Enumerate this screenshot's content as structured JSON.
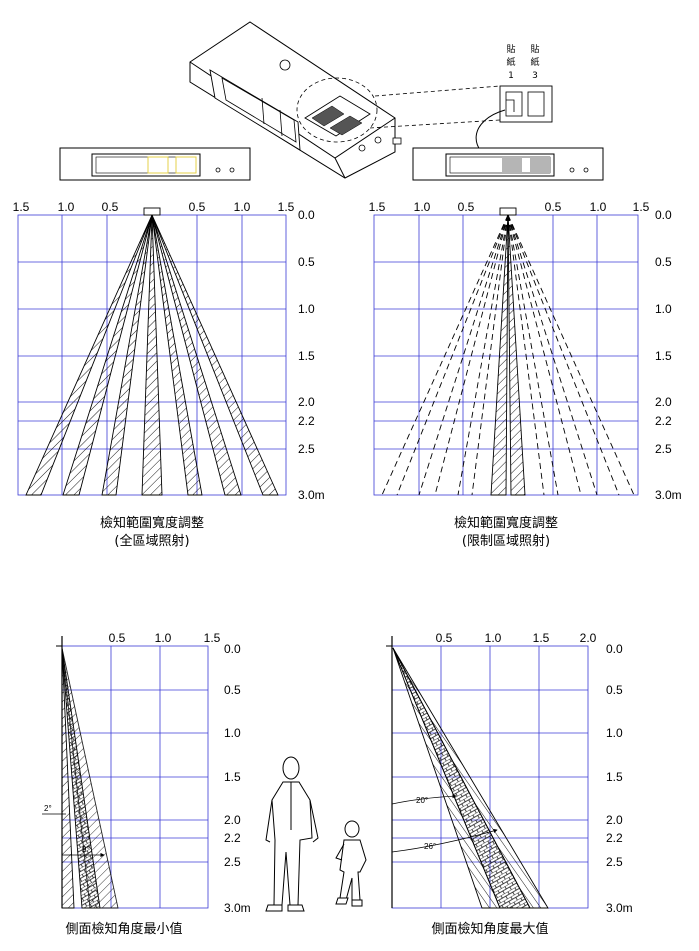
{
  "colors": {
    "grid": "#3b3bd6",
    "ink": "#000000",
    "highlight": "#e6d24a",
    "sticker_fill": "#b5b5b5"
  },
  "top_panels": [
    {
      "top_labels": [
        "1.5",
        "1.0",
        "0.5",
        "0.5",
        "1.0",
        "1.5"
      ],
      "depth_labels": [
        "0.0",
        "0.5",
        "1.0",
        "1.5",
        "2.0",
        "2.2",
        "2.5",
        "3.0m"
      ],
      "caption_line1": "檢知範圍寬度調整",
      "caption_line2": "(全區域照射)"
    },
    {
      "top_labels": [
        "1.5",
        "1.0",
        "0.5",
        "0.5",
        "1.0",
        "1.5"
      ],
      "depth_labels": [
        "0.0",
        "0.5",
        "1.0",
        "1.5",
        "2.0",
        "2.2",
        "2.5",
        "3.0m"
      ],
      "caption_line1": "檢知範圍寬度調整",
      "caption_line2": "(限制區域照射)"
    }
  ],
  "side_panels": [
    {
      "top_labels": [
        "0.5",
        "1.0",
        "1.5"
      ],
      "depth_labels": [
        "0.0",
        "0.5",
        "1.0",
        "1.5",
        "2.0",
        "2.2",
        "2.5",
        "3.0m"
      ],
      "angle_labels": [
        "2°",
        "9°"
      ],
      "caption": "側面檢知角度最小值"
    },
    {
      "top_labels": [
        "0.5",
        "1.0",
        "1.5",
        "2.0"
      ],
      "depth_labels": [
        "0.0",
        "0.5",
        "1.0",
        "1.5",
        "2.0",
        "2.2",
        "2.5",
        "3.0m"
      ],
      "angle_labels": [
        "20°",
        "26°"
      ],
      "caption": "側面檢知角度最大值"
    }
  ],
  "sticker_labels": {
    "col1": [
      "貼",
      "紙",
      "1"
    ],
    "col2": [
      "貼",
      "紙",
      "3"
    ]
  }
}
